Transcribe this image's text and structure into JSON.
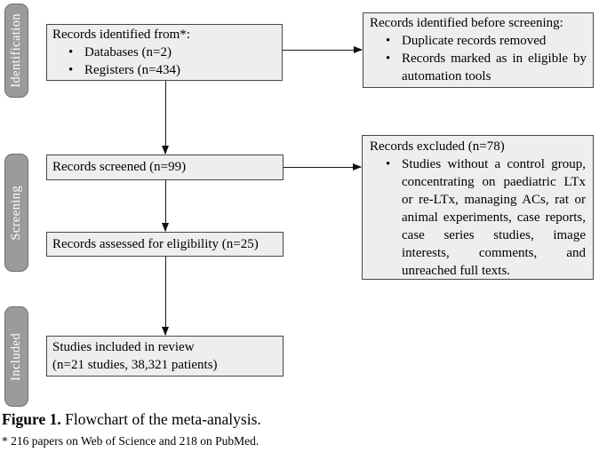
{
  "sidebar": {
    "stages": [
      {
        "label": "Identification"
      },
      {
        "label": "Screening"
      },
      {
        "label": "Included"
      }
    ]
  },
  "boxes": {
    "identified": {
      "title": "Records identified from*:",
      "bullets": [
        "Databases (n=2)",
        "Registers (n=434)"
      ]
    },
    "before_screening": {
      "title": "Records identified before screening:",
      "bullets": [
        "Duplicate records removed",
        "Records marked as in eligible by automation tools"
      ]
    },
    "screened": {
      "title": "Records screened (n=99)"
    },
    "excluded": {
      "title": "Records excluded (n=78)",
      "bullets": [
        "Studies without a control group, concentrating on paediatric LTx or re-LTx, managing ACs, rat or animal experiments, case reports, case series studies, image interests, comments, and unreached full texts."
      ]
    },
    "assessed": {
      "title": "Records assessed for eligibility (n=25)"
    },
    "included": {
      "line1": "Studies included in review",
      "line2": "(n=21 studies, 38,321 patients)"
    }
  },
  "figure": {
    "caption_label": "Figure 1.",
    "caption_text": " Flowchart of the meta-analysis.",
    "footnote": "* 216 papers on Web of Science and 218 on PubMed."
  },
  "colors": {
    "box_fill": "#eeeeee",
    "box_border": "#474747",
    "tab_fill": "#9b9b9b",
    "tab_border": "#6f6f6f",
    "tab_text": "#ffffff",
    "arrow": "#1a1a1a",
    "text": "#000000",
    "background": "#ffffff"
  }
}
